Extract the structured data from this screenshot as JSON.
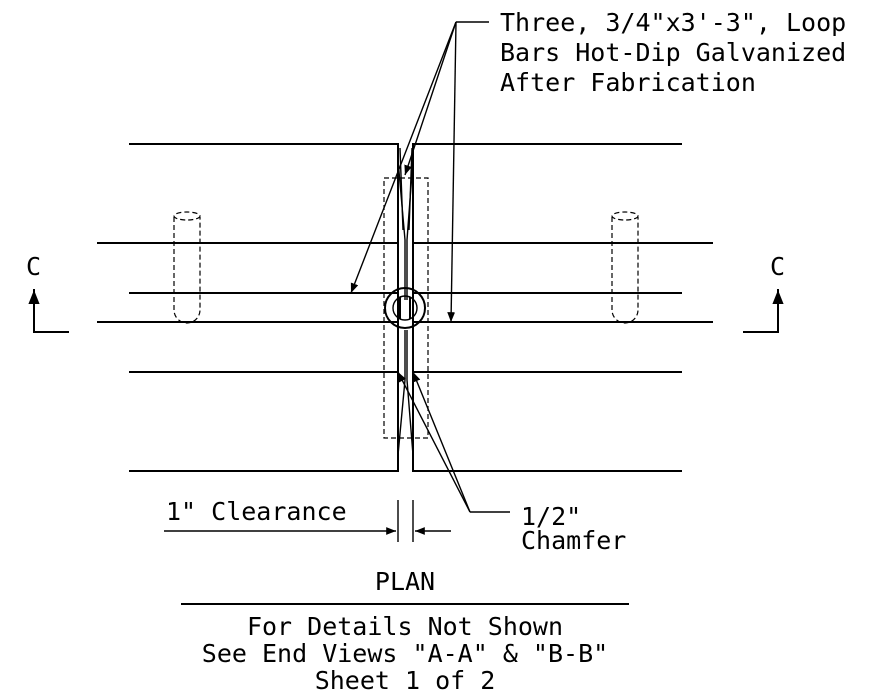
{
  "callouts": {
    "loop_bars": [
      "Three, 3/4\"x3'-3\", Loop",
      "Bars Hot-Dip Galvanized",
      "After Fabrication"
    ],
    "chamfer": [
      "1/2\"",
      "Chamfer"
    ],
    "clearance": "1\" Clearance"
  },
  "section_marks": {
    "left": "C",
    "right": "C"
  },
  "title": {
    "heading": "PLAN",
    "notes": [
      "For Details Not Shown",
      "See End Views \"A-A\" & \"B-B\"",
      "Sheet 1 of 2"
    ]
  }
}
